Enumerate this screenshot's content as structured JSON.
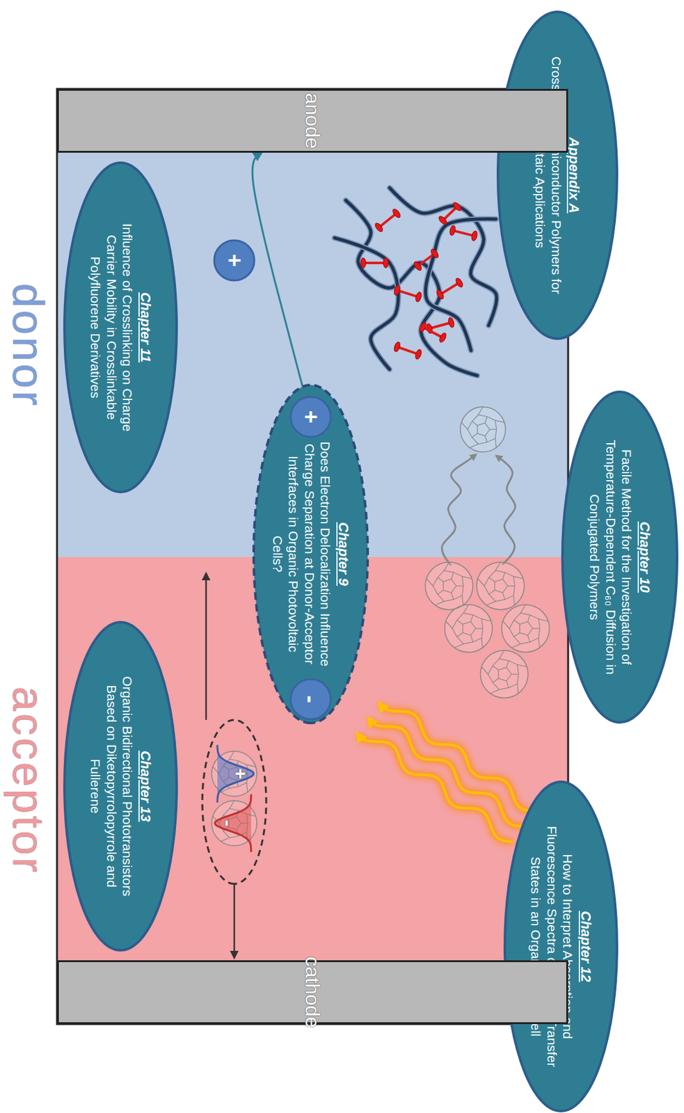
{
  "diagram": {
    "nodes": [
      {
        "text": [
          "Appendix A",
          "Crosslinked Semiconductor Polymers for Photovoltaic Applications"
        ]
      },
      {
        "text": [
          "Chapter 10",
          "Facile Method for the Investigation of Temperature-Dependent C₆₀ Diffusion in Conjugated Polymers"
        ]
      },
      {
        "text": [
          "Chapter 12",
          "How to Interpret Absorption and Fluorescence Spectra of Charge Transfer States in an Organic Solar Cell"
        ]
      },
      {
        "text": [
          "anode"
        ]
      },
      {
        "text": [
          "+"
        ]
      },
      {
        "text": [
          "Chapter 9",
          "Does Electron Delocalization Influence Charge Separation at Donor-Acceptor Interfaces in Organic Photovoltaic Cells?"
        ]
      },
      {
        "text": [
          "+"
        ],
        "in": 5
      },
      {
        "text": [
          "-"
        ],
        "in": 5
      },
      {
        "text": [
          "cathode"
        ]
      },
      {
        "text": [
          "Chapter 11",
          "Influence of Crosslinking on Charge Carrier Mobility in Crosslinkable Polyfluorene Derivatives"
        ]
      },
      {
        "text": [
          "Chapter 13",
          "Organic Bidirectional Phototransistors Based on Diketopyrrolopyrrole and Fullerene"
        ]
      }
    ],
    "edges": [
      {
        "from": 6,
        "to": 3,
        "arrow": "to"
      }
    ],
    "labels": [
      "donor",
      "acceptor",
      "+",
      "-"
    ]
  }
}
